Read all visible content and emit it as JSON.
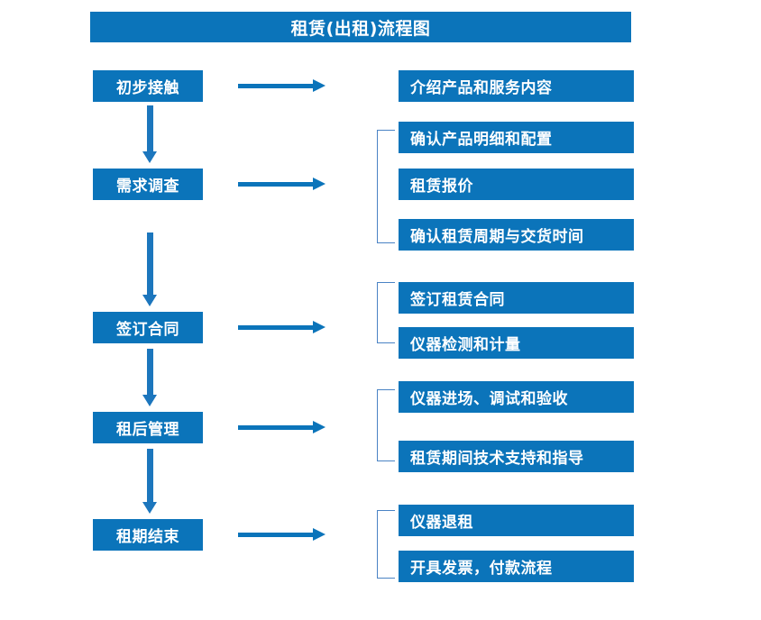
{
  "diagram": {
    "title": "租赁(出租)流程图",
    "accent_color": "#0b74ba",
    "bracket_color": "#4a83c4",
    "arrow_color": "#1c76bd",
    "background_color": "#ffffff",
    "stages": [
      {
        "id": "stage-1",
        "label": "初步接触"
      },
      {
        "id": "stage-2",
        "label": "需求调查"
      },
      {
        "id": "stage-3",
        "label": "签订合同"
      },
      {
        "id": "stage-4",
        "label": "租后管理"
      },
      {
        "id": "stage-5",
        "label": "租期结束"
      }
    ],
    "details": [
      {
        "id": "detail-1-1",
        "label": "介绍产品和服务内容"
      },
      {
        "id": "detail-2-1",
        "label": "确认产品明细和配置"
      },
      {
        "id": "detail-2-2",
        "label": "租赁报价"
      },
      {
        "id": "detail-2-3",
        "label": "确认租赁周期与交货时间"
      },
      {
        "id": "detail-3-1",
        "label": "签订租赁合同"
      },
      {
        "id": "detail-3-2",
        "label": "仪器检测和计量"
      },
      {
        "id": "detail-4-1",
        "label": "仪器进场、调试和验收"
      },
      {
        "id": "detail-4-2",
        "label": "租赁期间技术支持和指导"
      },
      {
        "id": "detail-5-1",
        "label": "仪器退租"
      },
      {
        "id": "detail-5-2",
        "label": "开具发票，付款流程"
      }
    ]
  }
}
